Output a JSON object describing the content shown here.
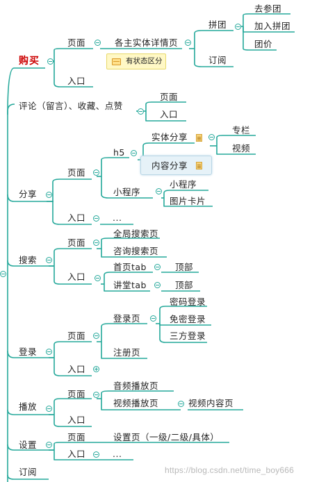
{
  "colors": {
    "branch": "#24a89a",
    "root_text": "#cc0000",
    "callout_bg": "#fff8c6",
    "watermark": "#b8b8b8"
  },
  "goumai": {
    "label": "购买",
    "page": "页面",
    "detail": "各主实体详情页",
    "callout": "有状态区分",
    "pintuan": "拼团",
    "pintuan_children": [
      "去参团",
      "加入拼团",
      "团价"
    ],
    "dingyue": "订阅",
    "entry": "入口"
  },
  "pinglun": {
    "label": "评论（留言）、收藏、点赞",
    "children": [
      "页面",
      "入口"
    ]
  },
  "fenxiang": {
    "label": "分享",
    "page": "页面",
    "h5": "h5",
    "shiti": "实体分享",
    "shiti_children": [
      "专栏",
      "视频"
    ],
    "neirong": "内容分享",
    "xiaochengxu": "小程序",
    "xcx_children": [
      "小程序",
      "图片卡片"
    ],
    "entry": "入口",
    "entry_more": "..."
  },
  "sousuo": {
    "label": "搜索",
    "page": "页面",
    "page_children": [
      "全局搜索页",
      "咨询搜索页"
    ],
    "entry": "入口",
    "entry_children": [
      "首页tab",
      "讲堂tab"
    ],
    "top": "顶部"
  },
  "denglu": {
    "label": "登录",
    "page": "页面",
    "login_page": "登录页",
    "login_children": [
      "密码登录",
      "免密登录",
      "三方登录"
    ],
    "register": "注册页",
    "entry": "入口"
  },
  "bofang": {
    "label": "播放",
    "page": "页面",
    "page_children": [
      "音频播放页",
      "视频播放页"
    ],
    "video_content": "视频内容页",
    "entry": "入口"
  },
  "shezhi": {
    "label": "设置",
    "page": "页面",
    "settings_page": "设置页（一级/二级/具体）",
    "entry": "入口",
    "entry_more": "..."
  },
  "dingyue_root": {
    "label": "订阅"
  },
  "watermark": "https://blog.csdn.net/time_boy666"
}
